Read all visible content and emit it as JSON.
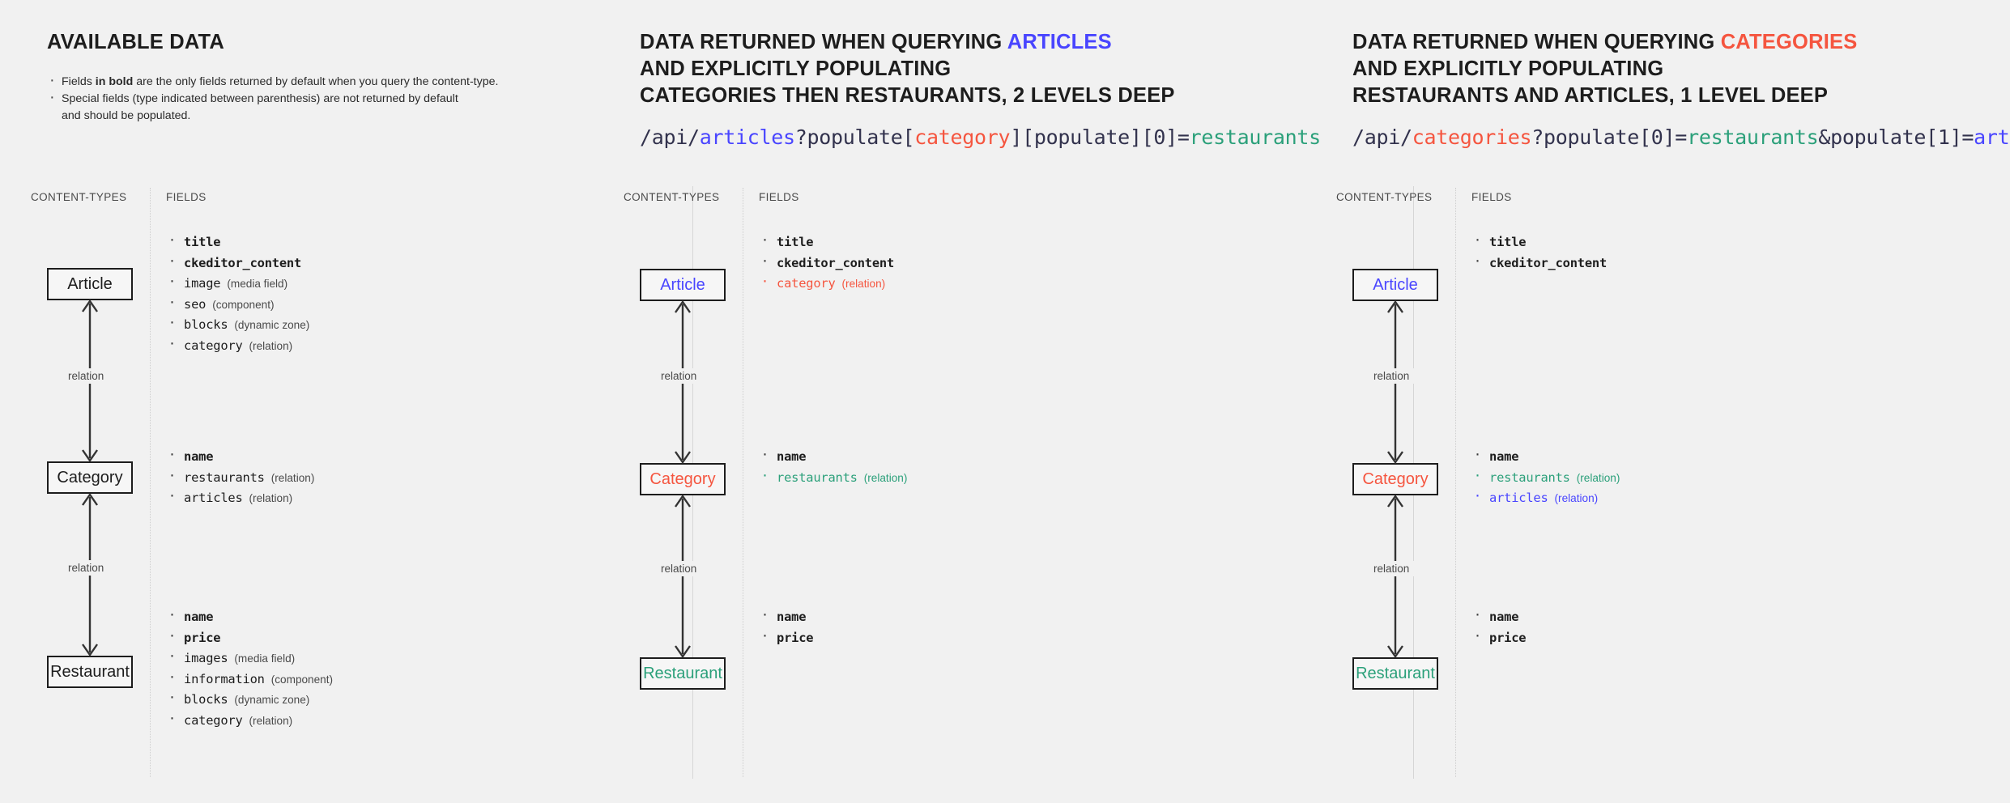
{
  "panels": [
    {
      "id": "available-data",
      "heading_lines": [
        {
          "text": "AVAILABLE DATA",
          "accent": ""
        }
      ],
      "intro": [
        "Fields in bold are the only fields returned by default when you query the content-type.",
        "Special fields (type indicated between parenthesis) are not returned by default",
        "and should be populated."
      ],
      "intro_bold_fragment": "in bold",
      "column_labels": {
        "content_types": "CONTENT-TYPES",
        "fields": "FIELDS"
      },
      "relation_label": "relation",
      "nodes": [
        {
          "label": "Article",
          "color": "default"
        },
        {
          "label": "Category",
          "color": "default"
        },
        {
          "label": "Restaurant",
          "color": "default"
        }
      ],
      "fieldgroups": [
        {
          "owner": "Article",
          "fields": [
            {
              "name": "title",
              "type": "",
              "bold": true,
              "color": ""
            },
            {
              "name": "ckeditor_content",
              "type": "",
              "bold": true,
              "color": ""
            },
            {
              "name": "image",
              "type": "(media field)",
              "bold": false,
              "color": ""
            },
            {
              "name": "seo",
              "type": "(component)",
              "bold": false,
              "color": ""
            },
            {
              "name": "blocks",
              "type": "(dynamic zone)",
              "bold": false,
              "color": ""
            },
            {
              "name": "category",
              "type": "(relation)",
              "bold": false,
              "color": ""
            }
          ]
        },
        {
          "owner": "Category",
          "fields": [
            {
              "name": "name",
              "type": "",
              "bold": true,
              "color": ""
            },
            {
              "name": "restaurants",
              "type": "(relation)",
              "bold": false,
              "color": ""
            },
            {
              "name": "articles",
              "type": "(relation)",
              "bold": false,
              "color": ""
            }
          ]
        },
        {
          "owner": "Restaurant",
          "fields": [
            {
              "name": "name",
              "type": "",
              "bold": true,
              "color": ""
            },
            {
              "name": "price",
              "type": "",
              "bold": true,
              "color": ""
            },
            {
              "name": "images",
              "type": "(media field)",
              "bold": false,
              "color": ""
            },
            {
              "name": "information",
              "type": "(component)",
              "bold": false,
              "color": ""
            },
            {
              "name": "blocks",
              "type": "(dynamic zone)",
              "bold": false,
              "color": ""
            },
            {
              "name": "category",
              "type": "(relation)",
              "bold": false,
              "color": ""
            }
          ]
        }
      ]
    },
    {
      "id": "querying-articles",
      "heading_lines": [
        {
          "prefix": "DATA RETURNED WHEN QUERYING ",
          "accent_text": "ARTICLES",
          "accent": "blue"
        },
        {
          "prefix": "AND EXPLICITLY POPULATING",
          "accent_text": "",
          "accent": ""
        },
        {
          "prefix": "CATEGORIES THEN RESTAURANTS, 2 LEVELS DEEP",
          "accent_text": "",
          "accent": ""
        }
      ],
      "api": [
        {
          "t": "/api/",
          "c": ""
        },
        {
          "t": "articles",
          "c": "blue"
        },
        {
          "t": "?populate[",
          "c": ""
        },
        {
          "t": "category",
          "c": "red"
        },
        {
          "t": "][populate][0]=",
          "c": ""
        },
        {
          "t": "restaurants",
          "c": "green"
        }
      ],
      "column_labels": {
        "content_types": "CONTENT-TYPES",
        "fields": "FIELDS"
      },
      "relation_label": "relation",
      "nodes": [
        {
          "label": "Article",
          "color": "blue"
        },
        {
          "label": "Category",
          "color": "red"
        },
        {
          "label": "Restaurant",
          "color": "green"
        }
      ],
      "fieldgroups": [
        {
          "owner": "Article",
          "fields": [
            {
              "name": "title",
              "type": "",
              "bold": true,
              "color": ""
            },
            {
              "name": "ckeditor_content",
              "type": "",
              "bold": true,
              "color": ""
            },
            {
              "name": "category",
              "type": "(relation)",
              "bold": false,
              "color": "red"
            }
          ]
        },
        {
          "owner": "Category",
          "fields": [
            {
              "name": "name",
              "type": "",
              "bold": true,
              "color": ""
            },
            {
              "name": "restaurants",
              "type": "(relation)",
              "bold": false,
              "color": "green"
            }
          ]
        },
        {
          "owner": "Restaurant",
          "fields": [
            {
              "name": "name",
              "type": "",
              "bold": true,
              "color": ""
            },
            {
              "name": "price",
              "type": "",
              "bold": true,
              "color": ""
            }
          ]
        }
      ]
    },
    {
      "id": "querying-categories",
      "heading_lines": [
        {
          "prefix": "DATA RETURNED WHEN QUERYING ",
          "accent_text": "CATEGORIES",
          "accent": "red"
        },
        {
          "prefix": "AND EXPLICITLY POPULATING",
          "accent_text": "",
          "accent": ""
        },
        {
          "prefix": "RESTAURANTS AND ARTICLES, 1 LEVEL DEEP",
          "accent_text": "",
          "accent": ""
        }
      ],
      "api": [
        {
          "t": "/api/",
          "c": ""
        },
        {
          "t": "categories",
          "c": "red"
        },
        {
          "t": "?populate[0]=",
          "c": ""
        },
        {
          "t": "restaurants",
          "c": "green"
        },
        {
          "t": "&populate[1]=",
          "c": ""
        },
        {
          "t": "articles",
          "c": "blue"
        }
      ],
      "column_labels": {
        "content_types": "CONTENT-TYPES",
        "fields": "FIELDS"
      },
      "relation_label": "relation",
      "nodes": [
        {
          "label": "Article",
          "color": "blue"
        },
        {
          "label": "Category",
          "color": "red"
        },
        {
          "label": "Restaurant",
          "color": "green"
        }
      ],
      "fieldgroups": [
        {
          "owner": "Article",
          "fields": [
            {
              "name": "title",
              "type": "",
              "bold": true,
              "color": ""
            },
            {
              "name": "ckeditor_content",
              "type": "",
              "bold": true,
              "color": ""
            }
          ]
        },
        {
          "owner": "Category",
          "fields": [
            {
              "name": "name",
              "type": "",
              "bold": true,
              "color": ""
            },
            {
              "name": "restaurants",
              "type": "(relation)",
              "bold": false,
              "color": "green"
            },
            {
              "name": "articles",
              "type": "(relation)",
              "bold": false,
              "color": "blue"
            }
          ]
        },
        {
          "owner": "Restaurant",
          "fields": [
            {
              "name": "name",
              "type": "",
              "bold": true,
              "color": ""
            },
            {
              "name": "price",
              "type": "",
              "bold": true,
              "color": ""
            }
          ]
        }
      ]
    }
  ],
  "colors": {
    "background": "#f1f1f1",
    "blue": "#4945ff",
    "red": "#f5553f",
    "green": "#2ba07a",
    "ink": "#1d1d1d",
    "muted": "#4a4a4a",
    "divider": "#d6d6d6",
    "dotted": "#cfcfcf"
  }
}
